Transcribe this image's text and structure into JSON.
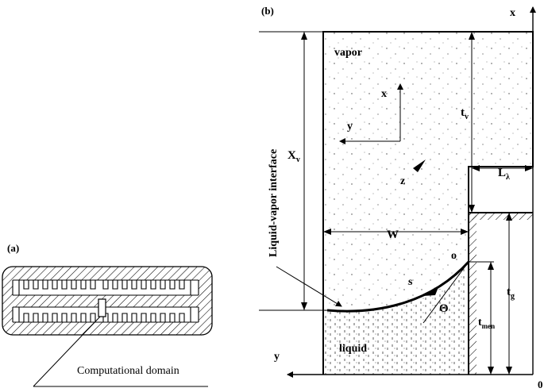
{
  "panel_a": {
    "label": "(a)",
    "caption": "Computational domain"
  },
  "panel_b": {
    "label": "(b)",
    "axes": {
      "x_top": "x",
      "y_bottom": "y",
      "origin": "0"
    },
    "regions": {
      "vapor": "vapor",
      "liquid": "liquid"
    },
    "inner_axes": {
      "x": "x",
      "y": "y",
      "z": "z"
    },
    "dimensions": {
      "Xv": "X",
      "Xv_sub": "v",
      "tv": "t",
      "tv_sub": "v",
      "L": "L",
      "L_sub": "λ",
      "W": "W",
      "tg": "t",
      "tg_sub": "g",
      "tmen": "t",
      "tmen_sub": "men"
    },
    "labels": {
      "interface": "Liquid-vapor interface",
      "o": "o",
      "s": "s",
      "theta": "Θ"
    }
  }
}
